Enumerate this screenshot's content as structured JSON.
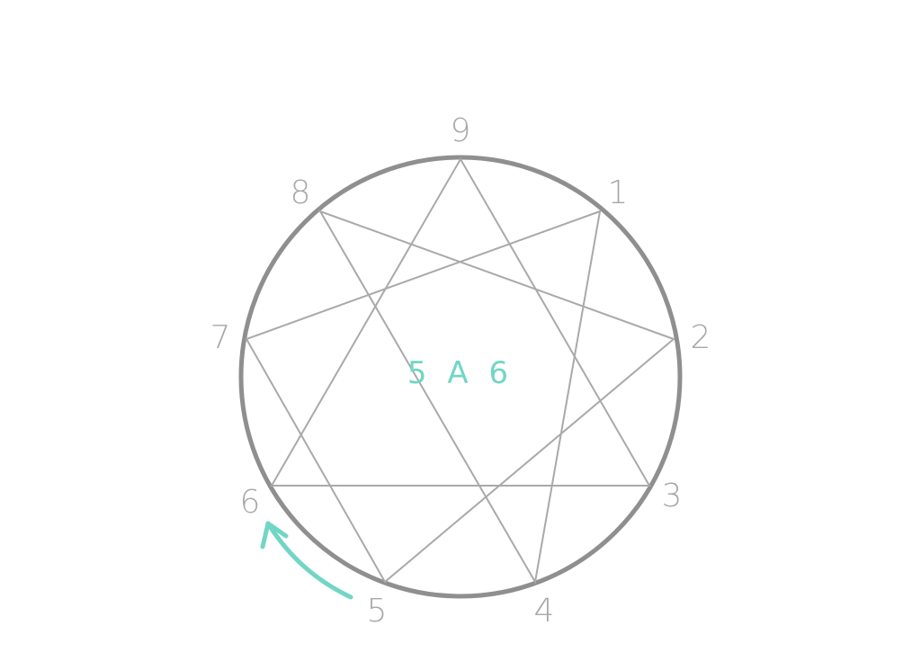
{
  "diagram": {
    "center_label": "5 A 6",
    "points": [
      "9",
      "1",
      "2",
      "3",
      "4",
      "5",
      "6",
      "7",
      "8"
    ],
    "colors": {
      "circle": "#8f8f8f",
      "lines": "#a9a9a9",
      "numbers": "#a8a8a8",
      "accent": "#72d6c4"
    },
    "arrow": {
      "from": "5",
      "to": "6"
    }
  }
}
